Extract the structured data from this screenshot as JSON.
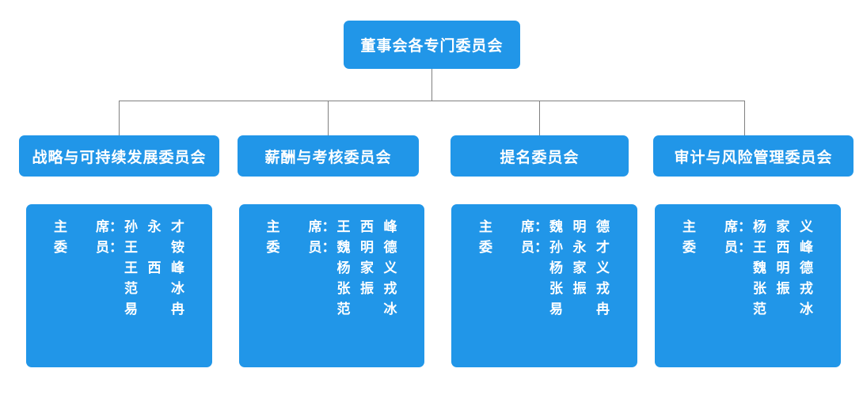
{
  "diagram": {
    "type": "org-chart",
    "root": {
      "title": "董事会各专门委员会"
    },
    "colors": {
      "node_fill": "#2196e8",
      "node_text": "#ffffff",
      "connector": "#808080",
      "background": "#ffffff"
    },
    "role_labels": {
      "chair": "主 席",
      "member": "委 员",
      "colon": "："
    },
    "committees": [
      {
        "name": "战略与可持续发展委员会",
        "chair": [
          "孙永才"
        ],
        "members": [
          "王  铵",
          "王西峰",
          "范  冰",
          "易  冉"
        ]
      },
      {
        "name": "薪酬与考核委员会",
        "chair": [
          "王西峰"
        ],
        "members": [
          "魏明德",
          "杨家义",
          "张振戎",
          "范  冰"
        ]
      },
      {
        "name": "提名委员会",
        "chair": [
          "魏明德"
        ],
        "members": [
          "孙永才",
          "杨家义",
          "张振戎",
          "易  冉"
        ]
      },
      {
        "name": "审计与风险管理委员会",
        "chair": [
          "杨家义"
        ],
        "members": [
          "王西峰",
          "魏明德",
          "张振戎",
          "范  冰"
        ]
      }
    ]
  }
}
